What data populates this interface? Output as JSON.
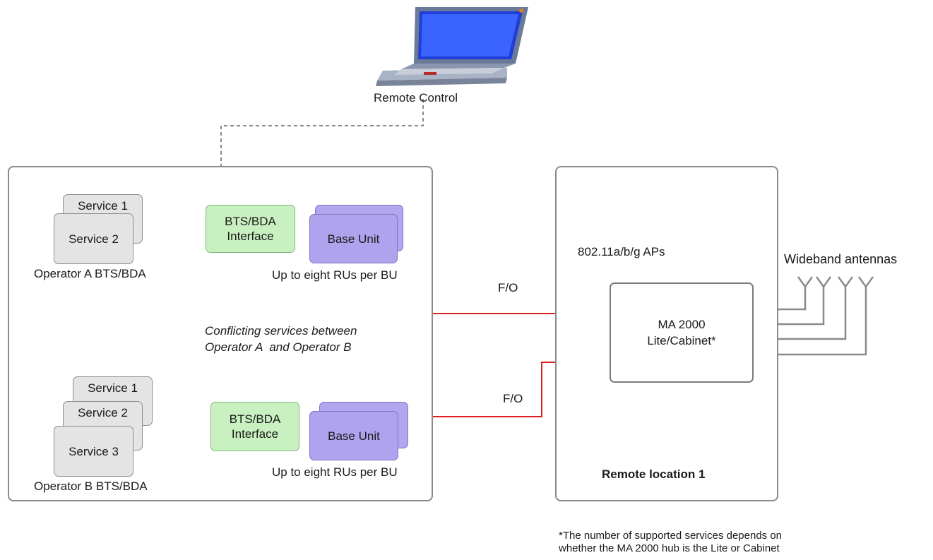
{
  "remote_control": {
    "label": "Remote Control"
  },
  "operator_a": {
    "services": [
      "Service 1",
      "Service 2"
    ],
    "label": "Operator A BTS/BDA",
    "interface": "BTS/BDA\nInterface",
    "base_unit": "Base Unit",
    "ru_note": "Up to eight RUs per BU"
  },
  "operator_b": {
    "services": [
      "Service 1",
      "Service 2",
      "Service 3"
    ],
    "label": "Operator B BTS/BDA",
    "interface": "BTS/BDA\nInterface",
    "base_unit": "Base Unit",
    "ru_note": "Up to eight RUs per BU"
  },
  "conflict_note": "Conflicting services between\nOperator A  and Operator B",
  "links": {
    "fo_a": "F/O",
    "fo_b": "F/O"
  },
  "remote_location": {
    "title": "Remote location 1",
    "hub": "MA 2000\nLite/Cabinet*",
    "aps": "802.11a/b/g APs",
    "antennas": "Wideband antennas"
  },
  "footnote": "*The number of supported services depends on\nwhether the MA 2000 hub is the Lite or Cabinet",
  "colors": {
    "fiber": "#e02020",
    "service": "#e4e4e4",
    "interface": "#c8f0c0",
    "base_unit": "#b0a3ee",
    "frame": "#8a8a8a"
  }
}
